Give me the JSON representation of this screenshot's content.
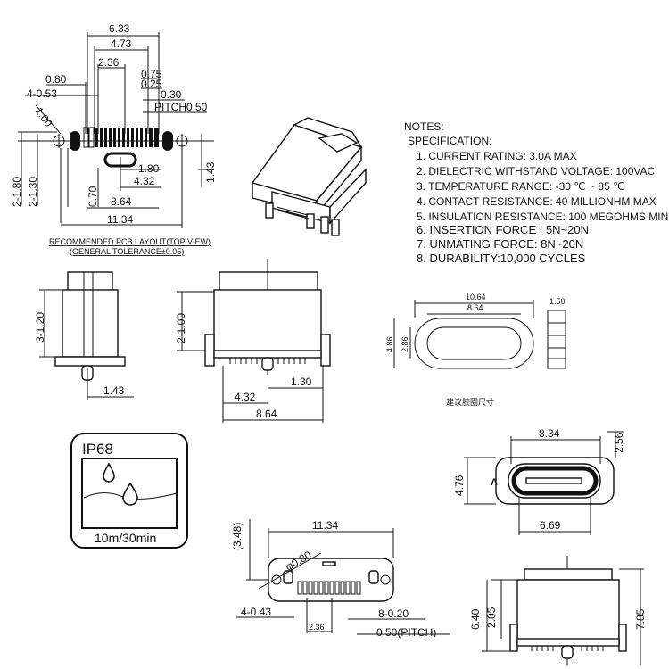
{
  "pcb_layout": {
    "title_line1": "RECOMMENDED PCB LAYOUT(TOP VIEW)",
    "title_line2": "(GENERAL TOLERANCE±0.05)",
    "dims": {
      "d633": "6.33",
      "d473": "4.73",
      "d236": "2.36",
      "d080": "0.80",
      "d075": "0.75",
      "d025": "0.25",
      "d453": "4-0.53",
      "d030": "0.30",
      "pitch": "PITCH0.50",
      "d100": "1.00",
      "d180v": "2-1.80",
      "d130v": "2-1.30",
      "d070": "0.70",
      "d180": "1.80",
      "d432": "4.32",
      "d864": "8.64",
      "d1134": "11.34",
      "d143": "1.43"
    }
  },
  "notes": {
    "header": "NOTES:",
    "spec": "SPECIFICATION:",
    "items": [
      "1. CURRENT RATING: 3.0A MAX",
      "2. DIELECTRIC WITHSTAND VOLTAGE: 100VAC",
      "3. TEMPERATURE RANGE: -30 ℃ ~ 85 ℃",
      "4. CONTACT RESISTANCE: 40 MILLIONHM MAX",
      "5. INSULATION RESISTANCE: 100 MEGOHMS MIN.",
      "6.  INSERTION  FORCE  :  5N~20N",
      "7.  UNMATING  FORCE:  8N~20N",
      "8.  DURABILITY:10,000  CYCLES"
    ]
  },
  "side_view": {
    "d120": "3-1.20",
    "d143": "1.43"
  },
  "front_view": {
    "d200": "2-1.00",
    "d130": "1.30",
    "d432": "4.32",
    "d864": "8.64"
  },
  "gasket": {
    "d1064": "10.64",
    "d864": "8.64",
    "d150": "1.50",
    "d486": "4.86",
    "d286": "2.86",
    "caption": "建议胶圈尺寸"
  },
  "ip68": {
    "title": "IP68",
    "caption": "10m/30min"
  },
  "face_view": {
    "d834": "8.34",
    "d256": "2.56",
    "d476": "4.76",
    "d669": "6.69",
    "label_a": "A"
  },
  "bottom_top_view": {
    "d348": "(3.48)",
    "d1134": "11.34",
    "d080": "φ0.80",
    "d443": "4-0.43",
    "d236": "2.36",
    "d820": "8-0.20",
    "pitch": "0.50(PITCH)"
  },
  "rear_view": {
    "d640": "6.40",
    "d205": "2.05",
    "d785": "7.85"
  }
}
